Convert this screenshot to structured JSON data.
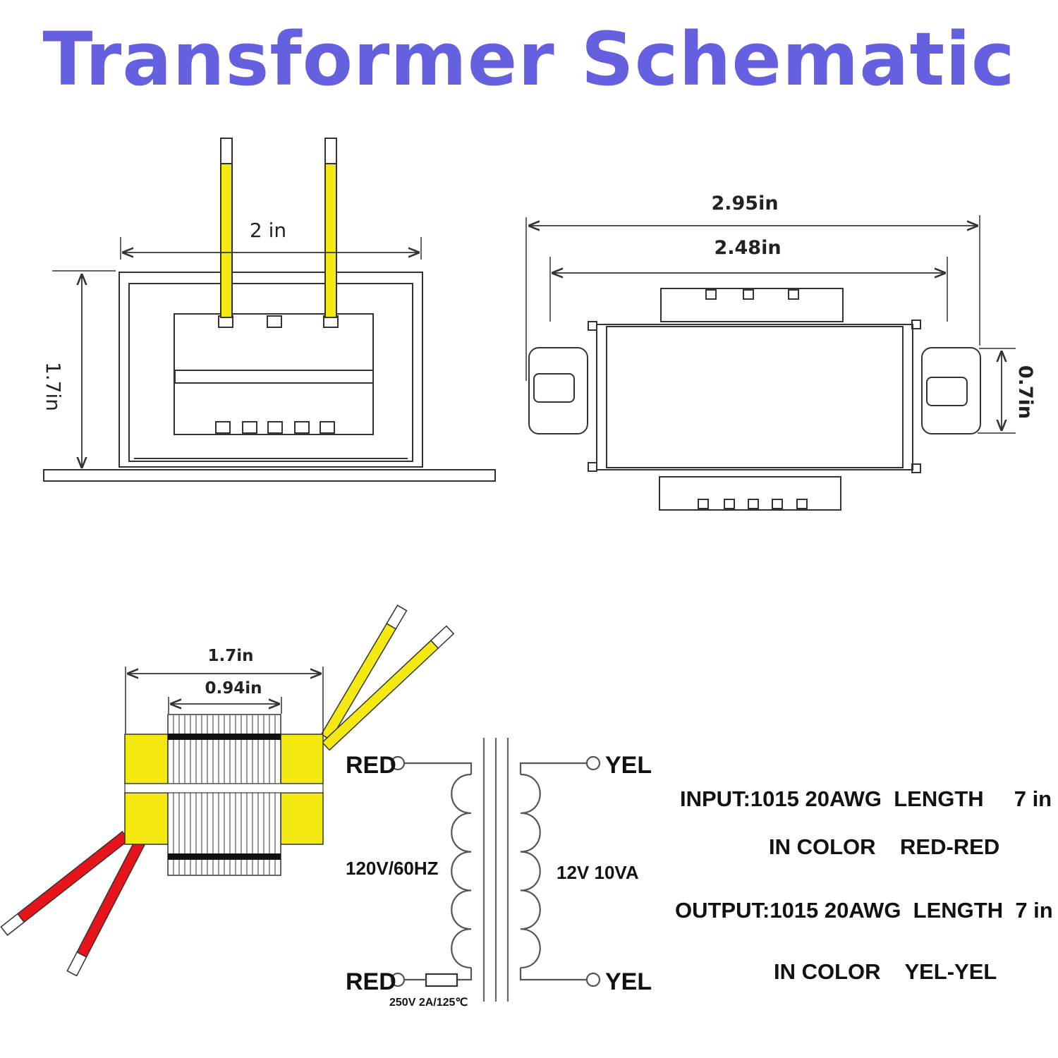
{
  "title": "Transformer Schematic",
  "colors": {
    "title": "#6560e0",
    "input_wire": "#e8141b",
    "output_wire": "#f5e912",
    "outline": "#333333"
  },
  "front_view": {
    "width_label": "2 in",
    "height_label": "1.7in"
  },
  "top_view": {
    "overall_width_label": "2.95in",
    "mount_width_label": "2.48in",
    "foot_height_label": "0.7in"
  },
  "side_view": {
    "overall_width_label": "1.7in",
    "core_width_label": "0.94in"
  },
  "circuit": {
    "primary_top_label": "RED",
    "primary_bottom_label": "RED",
    "secondary_top_label": "YEL",
    "secondary_bottom_label": "YEL",
    "primary_rating": "120V/60HZ",
    "secondary_rating": "12V  10VA",
    "fuse_label": "250V 2A/125℃"
  },
  "specs": {
    "input_line": "INPUT:1015 20AWG  LENGTH     7 in",
    "input_color_line": "IN COLOR    RED-RED",
    "output_line": "OUTPUT:1015 20AWG  LENGTH  7 in",
    "output_color_line": "IN COLOR    YEL-YEL"
  }
}
